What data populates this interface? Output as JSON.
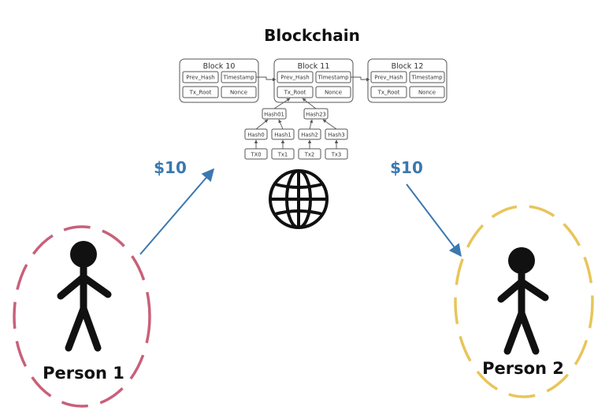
{
  "title": "Blockchain",
  "blocks": [
    {
      "label": "Block 10",
      "fields": [
        "Prev_Hash",
        "Timestamp",
        "Tx_Root",
        "Nonce"
      ]
    },
    {
      "label": "Block 11",
      "fields": [
        "Prev_Hash",
        "Timestamp",
        "Tx_Root",
        "Nonce"
      ]
    },
    {
      "label": "Block 12",
      "fields": [
        "Prev_Hash",
        "Timestamp",
        "Tx_Root",
        "Nonce"
      ]
    }
  ],
  "merkle_tree": {
    "level2": [
      "Hash01",
      "Hash23"
    ],
    "level1": [
      "Hash0",
      "Hash1",
      "Hash2",
      "Hash3"
    ],
    "transactions": [
      "TX0",
      "Tx1",
      "Tx2",
      "Tx3"
    ]
  },
  "transfers": {
    "incoming_amount": "$10",
    "outgoing_amount": "$10",
    "arrow_color": "#3b78b0"
  },
  "persons": [
    {
      "label": "Person 1",
      "ellipse_color": "#c8607a"
    },
    {
      "label": "Person 2",
      "ellipse_color": "#e8c55a"
    }
  ],
  "icons": {
    "network": "globe-icon",
    "person": "stick-figure-icon"
  }
}
